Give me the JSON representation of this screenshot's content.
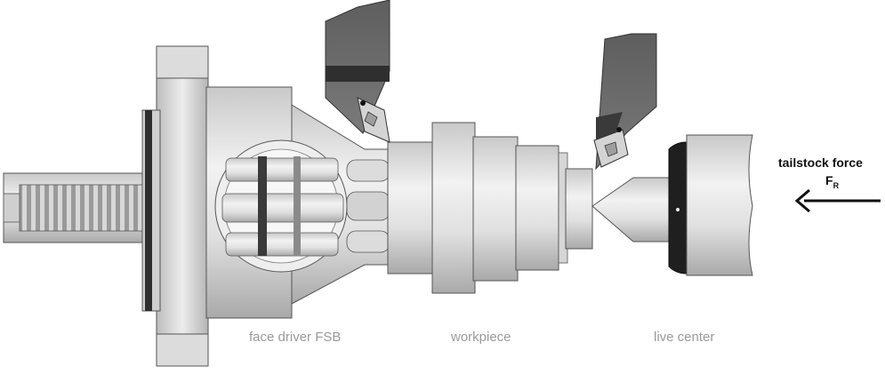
{
  "labels": {
    "face_driver": "face driver FSB",
    "workpiece": "workpiece",
    "live_center": "live center"
  },
  "force": {
    "title": "tailstock force",
    "symbol": "F",
    "subscript": "R"
  },
  "colors": {
    "metal_light": "#e6e6e6",
    "metal_mid": "#cfcfcf",
    "metal_dark": "#9c9c9c",
    "tool_holder": "#6b6b6b",
    "outline": "#555555",
    "label_text": "#9a9a9a",
    "arrow": "#111111"
  }
}
